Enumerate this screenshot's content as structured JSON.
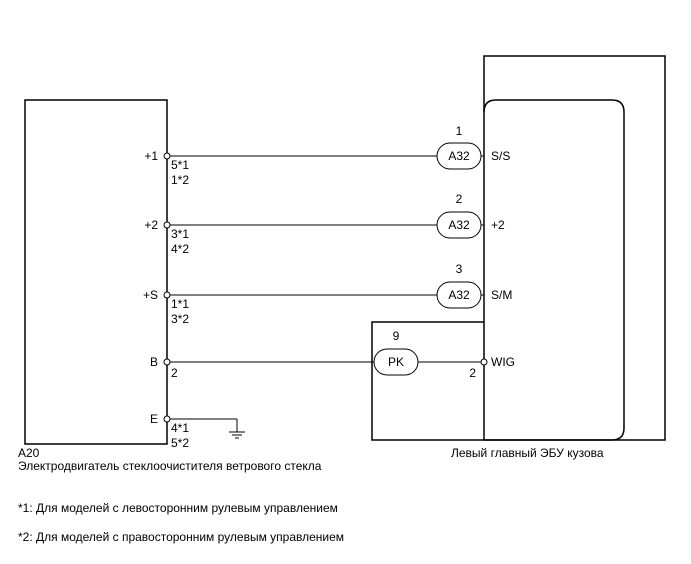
{
  "motor": {
    "code": "A20",
    "name": "Электродвигатель стеклоочистителя ветрового стекла"
  },
  "ecu": {
    "name": "Левый главный ЭБУ кузова"
  },
  "wires": [
    {
      "terminal_left": "+1",
      "pins_left": [
        "5*1",
        "1*2"
      ],
      "connector": "A32",
      "conn_pin": "1",
      "terminal_right": "S/S"
    },
    {
      "terminal_left": "+2",
      "pins_left": [
        "3*1",
        "4*2"
      ],
      "connector": "A32",
      "conn_pin": "2",
      "terminal_right": "+2"
    },
    {
      "terminal_left": "+S",
      "pins_left": [
        "1*1",
        "3*2"
      ],
      "connector": "A32",
      "conn_pin": "3",
      "terminal_right": "S/M"
    },
    {
      "terminal_left": "B",
      "pins_left": [
        "2"
      ],
      "connector": "PK",
      "conn_pin": "9",
      "terminal_right": "WIG",
      "pin_right": "2"
    }
  ],
  "ground": {
    "terminal_left": "E",
    "pins_left": [
      "4*1",
      "5*2"
    ]
  },
  "notes": [
    "*1: Для моделей с левосторонним рулевым управлением",
    "*2: Для моделей с правосторонним рулевым управлением"
  ]
}
